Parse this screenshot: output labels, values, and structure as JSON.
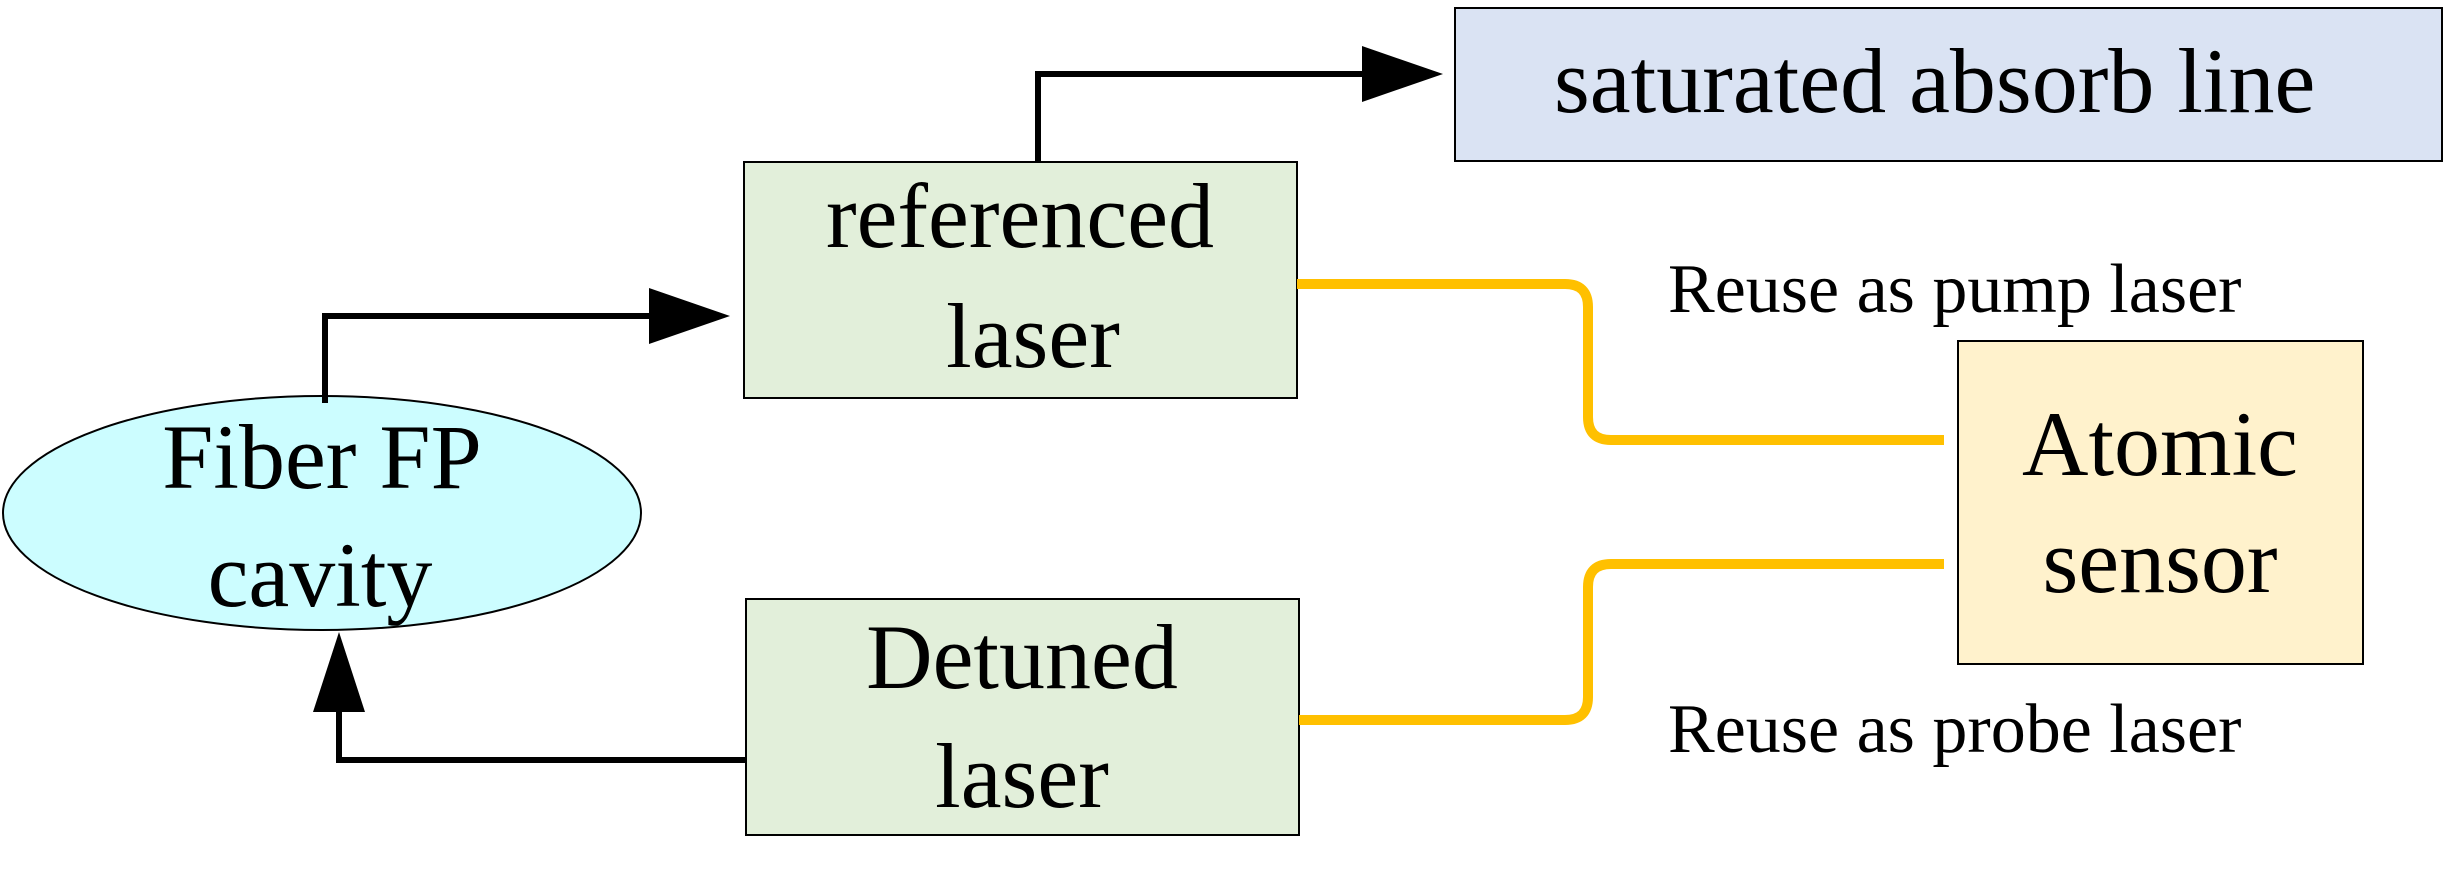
{
  "nodes": {
    "fiber_fp": {
      "lines": [
        "Fiber FP",
        "cavity"
      ]
    },
    "referenced_laser": {
      "lines": [
        "referenced",
        "laser"
      ]
    },
    "detuned_laser": {
      "lines": [
        "Detuned",
        "laser"
      ]
    },
    "saturated_absorb": {
      "label": "saturated absorb line"
    },
    "atomic_sensor": {
      "lines": [
        "Atomic",
        "sensor"
      ]
    }
  },
  "annotations": {
    "pump": "Reuse as pump laser",
    "probe": "Reuse as probe laser"
  },
  "colors": {
    "cavity_fill": "#ccfdff",
    "laser_fill": "#e2efda",
    "absorb_fill": "#dae3f3",
    "sensor_fill": "#fff2cc",
    "fiber_line": "#ffc000",
    "arrow": "#000000"
  }
}
